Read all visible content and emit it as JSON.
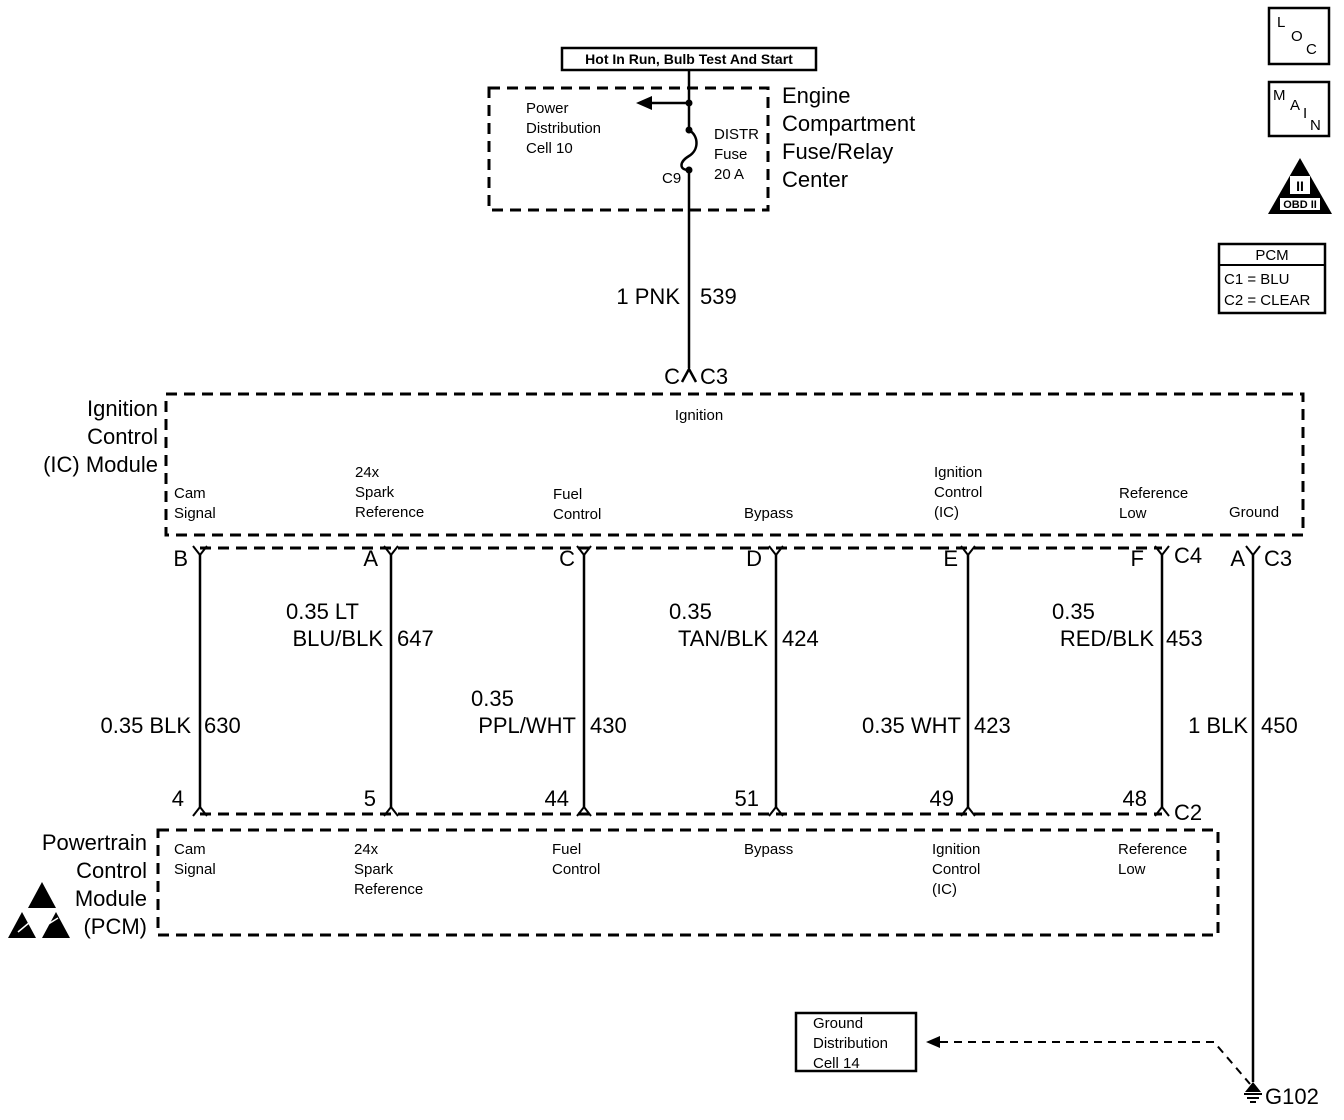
{
  "supply_label": "Hot In Run, Bulb Test And Start",
  "relay_center": {
    "name_lines": [
      "Engine",
      "Compartment",
      "Fuse/Relay",
      "Center"
    ],
    "power_lines": [
      "Power",
      "Distribution",
      "Cell 10"
    ],
    "fuse_lines": [
      "DISTR",
      "Fuse",
      "20 A"
    ],
    "connector": "C9"
  },
  "supply_wire": {
    "gauge_color": "1 PNK",
    "circuit": "539"
  },
  "ic_connector": {
    "pin": "C",
    "conn": "C3"
  },
  "ic_module": {
    "name_lines": [
      "Ignition",
      "Control",
      "(IC) Module"
    ],
    "header": "Ignition",
    "terminals": [
      {
        "label_lines": [
          "Cam",
          "Signal"
        ]
      },
      {
        "label_lines": [
          "24x",
          "Spark",
          "Reference"
        ]
      },
      {
        "label_lines": [
          "Fuel",
          "Control"
        ]
      },
      {
        "label_lines": [
          "Bypass"
        ]
      },
      {
        "label_lines": [
          "Ignition",
          "Control",
          "(IC)"
        ]
      },
      {
        "label_lines": [
          "Reference",
          "Low"
        ]
      },
      {
        "label_lines": [
          "Ground"
        ]
      }
    ]
  },
  "wires": [
    {
      "top_pin": "B",
      "bottom_pin": "4",
      "color_lines": [
        "0.35 BLK"
      ],
      "circuit": "630"
    },
    {
      "top_pin": "A",
      "bottom_pin": "5",
      "color_lines": [
        "0.35 LT",
        "BLU/BLK"
      ],
      "circuit": "647"
    },
    {
      "top_pin": "C",
      "bottom_pin": "44",
      "color_lines": [
        "0.35",
        "PPL/WHT"
      ],
      "circuit": "430"
    },
    {
      "top_pin": "D",
      "bottom_pin": "51",
      "color_lines": [
        "0.35",
        "TAN/BLK"
      ],
      "circuit": "424"
    },
    {
      "top_pin": "E",
      "bottom_pin": "49",
      "color_lines": [
        "0.35 WHT"
      ],
      "circuit": "423"
    },
    {
      "top_pin": "F",
      "bottom_pin": "48",
      "color_lines": [
        "0.35",
        "RED/BLK"
      ],
      "circuit": "453"
    }
  ],
  "c4_label": "C4",
  "c2_label": "C2",
  "ground_wire": {
    "pin": "A",
    "conn": "C3",
    "color_lines": [
      "1 BLK"
    ],
    "circuit": "450"
  },
  "pcm_module": {
    "name_lines": [
      "Powertrain",
      "Control",
      "Module",
      "(PCM)"
    ],
    "terminals": [
      {
        "label_lines": [
          "Cam",
          "Signal"
        ]
      },
      {
        "label_lines": [
          "24x",
          "Spark",
          "Reference"
        ]
      },
      {
        "label_lines": [
          "Fuel",
          "Control"
        ]
      },
      {
        "label_lines": [
          "Bypass"
        ]
      },
      {
        "label_lines": [
          "Ignition",
          "Control",
          "(IC)"
        ]
      },
      {
        "label_lines": [
          "Reference",
          "Low"
        ]
      }
    ]
  },
  "ground_dist": {
    "lines": [
      "Ground",
      "Distribution",
      "Cell 14"
    ]
  },
  "ground_point": "G102",
  "side_icons": {
    "loc": [
      "L",
      "O",
      "C"
    ],
    "main": [
      "M",
      "A",
      "I",
      "N"
    ],
    "obd": {
      "top": "II",
      "bottom": "OBD II"
    }
  },
  "pcm_legend": {
    "title": "PCM",
    "lines": [
      "C1 = BLU",
      "C2 = CLEAR"
    ]
  }
}
